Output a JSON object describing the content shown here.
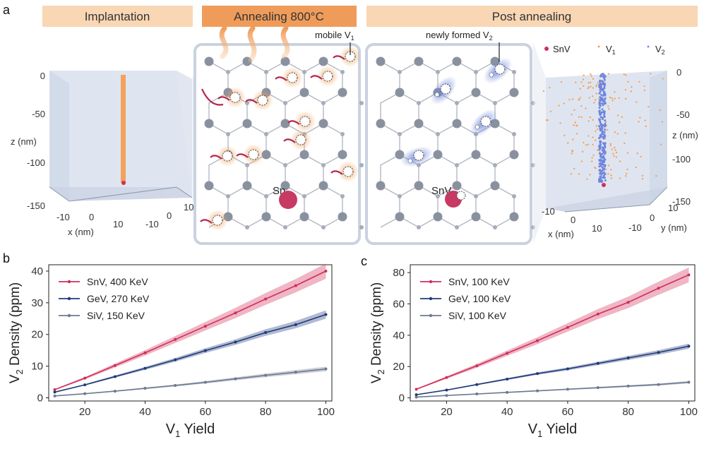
{
  "panels": {
    "a": {
      "letter": "a"
    },
    "b": {
      "letter": "b"
    },
    "c": {
      "letter": "c"
    }
  },
  "banners": {
    "implantation": "Implantation",
    "annealing": "Annealing 800°C",
    "post": "Post annealing"
  },
  "colors": {
    "banner_light": "#f9d6b4",
    "banner_dark": "#ef9c5b",
    "snv": "#d22d5a",
    "gev": "#1f3a7a",
    "siv": "#6e7890",
    "v1_orange": "#f2a25c",
    "v2_blue": "#7d93e3",
    "lattice_atom": "#8a919e",
    "box_fill": "#c8d3e6"
  },
  "annealing_panel": {
    "mobile_label": "mobile V",
    "mobile_sub": "1",
    "sn_label": "Sn"
  },
  "post_panel": {
    "newly_label": "newly formed V",
    "newly_sub": "2",
    "snv_label": "SnV"
  },
  "scatter_legend": [
    {
      "label": "SnV",
      "sub": ""
    },
    {
      "label": "V",
      "sub": "1"
    },
    {
      "label": "V",
      "sub": "2"
    }
  ],
  "box_left": {
    "z_ticks": [
      "0",
      "-50",
      "-100",
      "-150"
    ],
    "zlabel": "z (nm)",
    "x_ticks": [
      "-10",
      "0",
      "10"
    ],
    "xlabel": "x (nm)",
    "y_ticks": [
      "-10",
      "0",
      "10"
    ]
  },
  "box_right": {
    "z_ticks": [
      "0",
      "-50",
      "-100",
      "-150"
    ],
    "zlabel": "z (nm)",
    "x_ticks": [
      "-10",
      "0",
      "10"
    ],
    "xlabel": "x (nm)",
    "y_ticks": [
      "-10",
      "0",
      "10"
    ],
    "ylabel": "y (nm)"
  },
  "chart_data": [
    {
      "type": "line",
      "panel": "b",
      "xlabel": "V",
      "xlabel_sub": "1",
      "xlabel_rest": " Yield",
      "ylabel": "V",
      "ylabel_sub": "2",
      "ylabel_rest": " Density (ppm)",
      "xlim": [
        8,
        102
      ],
      "ylim": [
        -1,
        42
      ],
      "xticks": [
        20,
        40,
        60,
        80,
        100
      ],
      "yticks": [
        0,
        10,
        20,
        30,
        40
      ],
      "legend_position": "top-left",
      "x": [
        10,
        20,
        30,
        40,
        50,
        60,
        70,
        80,
        90,
        100
      ],
      "series": [
        {
          "name": "SnV, 400 KeV",
          "color": "#d22d5a",
          "values": [
            2.6,
            6.2,
            10.2,
            14.2,
            18.4,
            22.6,
            26.8,
            31.2,
            35.4,
            40.0
          ],
          "band": 0.06
        },
        {
          "name": "GeV, 270 KeV",
          "color": "#1f3a7a",
          "values": [
            1.8,
            4.1,
            6.7,
            9.3,
            12.0,
            14.9,
            17.6,
            20.6,
            23.1,
            26.3
          ],
          "band": 0.05
        },
        {
          "name": "SiV, 150 KeV",
          "color": "#6e7890",
          "values": [
            0.6,
            1.3,
            2.1,
            3.0,
            3.9,
            4.9,
            6.0,
            7.1,
            8.1,
            9.1
          ],
          "band": 0.08
        }
      ]
    },
    {
      "type": "line",
      "panel": "c",
      "xlabel": "V",
      "xlabel_sub": "1",
      "xlabel_rest": " Yield",
      "ylabel": "V",
      "ylabel_sub": "2",
      "ylabel_rest": " Density (ppm)",
      "xlim": [
        8,
        102
      ],
      "ylim": [
        -2,
        85
      ],
      "xticks": [
        20,
        40,
        60,
        80,
        100
      ],
      "yticks": [
        0,
        20,
        40,
        60,
        80
      ],
      "legend_position": "top-left",
      "x": [
        10,
        20,
        30,
        40,
        50,
        60,
        70,
        80,
        90,
        100
      ],
      "series": [
        {
          "name": "SnV, 100 KeV",
          "color": "#d22d5a",
          "values": [
            5.5,
            13.0,
            20.5,
            28.5,
            36.5,
            45.0,
            53.5,
            61.0,
            70.0,
            78.5
          ],
          "band": 0.06
        },
        {
          "name": "GeV, 100 KeV",
          "color": "#1f3a7a",
          "values": [
            2.0,
            5.0,
            8.5,
            12.0,
            15.5,
            18.5,
            22.0,
            25.5,
            29.0,
            33.0
          ],
          "band": 0.05
        },
        {
          "name": "SiV, 100 KeV",
          "color": "#6e7890",
          "values": [
            0.5,
            1.5,
            2.5,
            3.5,
            4.5,
            5.5,
            6.5,
            7.5,
            8.5,
            10.0
          ],
          "band": 0.08
        }
      ]
    }
  ]
}
